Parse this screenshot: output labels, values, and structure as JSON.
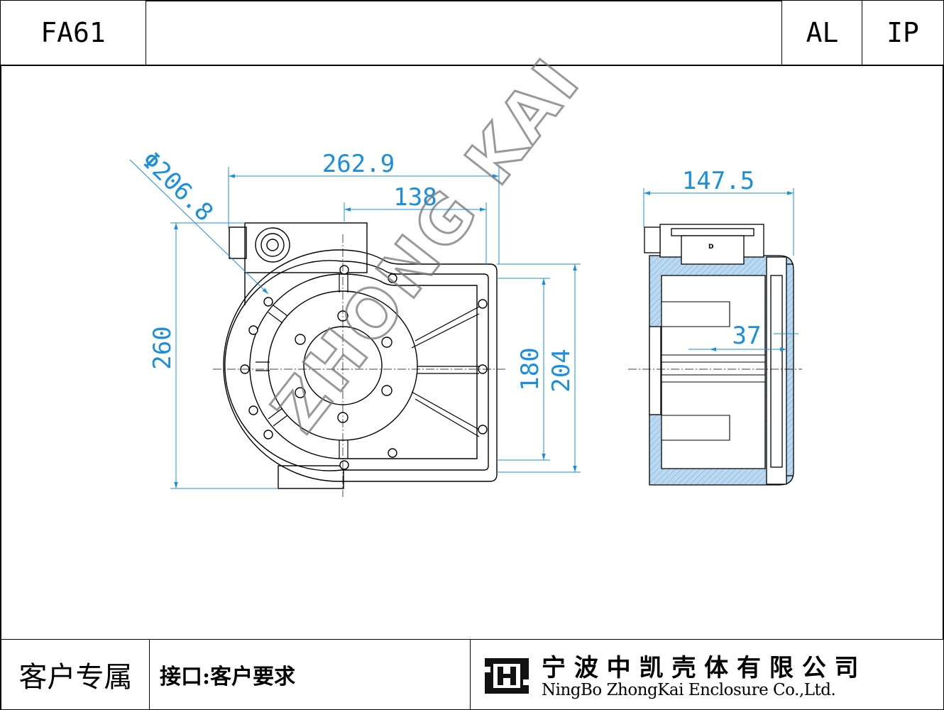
{
  "header": {
    "model": "FA61",
    "material": "AL",
    "rating": "IP"
  },
  "watermark": "ZHONG KAI",
  "dimensions": {
    "circle_diameter": "Φ206.8",
    "overall_width": "262.9",
    "inner_width": "138",
    "overall_height": "260",
    "inner_height_180": "180",
    "inner_height_204": "204",
    "side_depth": "147.5",
    "side_offset": "37"
  },
  "side_view_marker": "D",
  "footer": {
    "customer_exclusive": "客户专属",
    "interface_note": "接口:客户要求",
    "company_cn": "宁 波 中 凯 壳 体 有 限 公 司",
    "company_en": "NingBo ZhongKai Enclosure Co.,Ltd."
  },
  "colors": {
    "dimension": "#1a8fe0",
    "section_fill": "#b9d9f2",
    "line": "#000000"
  }
}
